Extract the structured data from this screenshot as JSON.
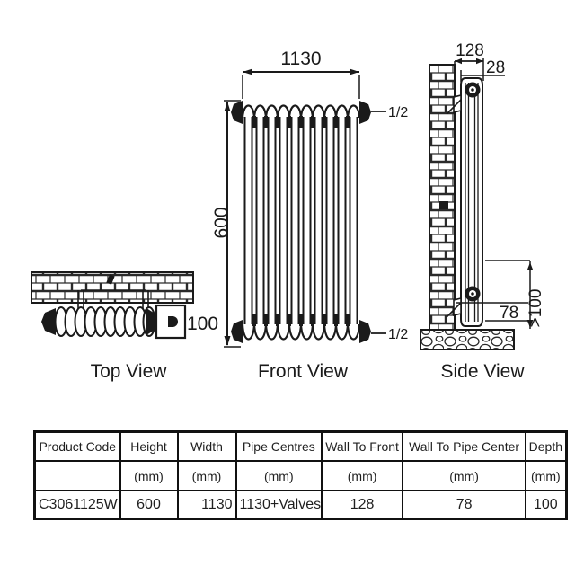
{
  "views": {
    "top": {
      "label": "Top View",
      "depth_dim": "100"
    },
    "front": {
      "label": "Front View",
      "width_dim": "1130",
      "height_dim": "600",
      "pipe_size_top": "1/2",
      "pipe_size_bottom": "1/2"
    },
    "side": {
      "label": "Side View",
      "wall_to_front_dim": "128",
      "wall_gap_dim": "28",
      "wall_to_pipe_center_dim": "78",
      "floor_clearance_dim": ">100"
    }
  },
  "table": {
    "headers": [
      "Product Code",
      "Height",
      "Width",
      "Pipe Centres",
      "Wall To Front",
      "Wall To Pipe Center",
      "Depth"
    ],
    "units": [
      "",
      "(mm)",
      "(mm)",
      "(mm)",
      "(mm)",
      "(mm)",
      "(mm)"
    ],
    "rows": [
      [
        "C3061125W",
        "600",
        "1130",
        "1130+Valves",
        "128",
        "78",
        "100"
      ]
    ]
  },
  "colors": {
    "line": "#1a1a1a",
    "background": "#ffffff"
  }
}
